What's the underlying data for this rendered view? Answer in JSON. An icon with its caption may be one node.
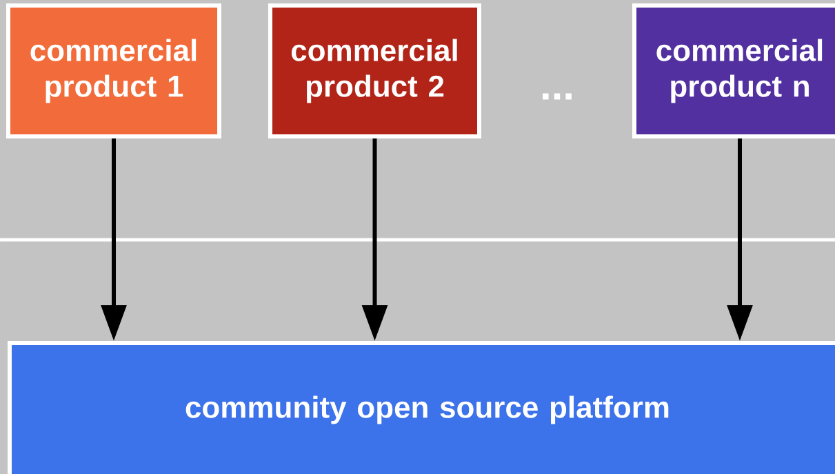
{
  "diagram": {
    "nodes": [
      {
        "text": [
          "commercial product 1"
        ]
      },
      {
        "text": [
          "commercial product 2"
        ]
      },
      {
        "text": [
          "commercial product n"
        ]
      },
      {
        "text": [
          "community open source platform"
        ]
      }
    ],
    "edges": [
      {
        "from": 0,
        "to": 3,
        "arrow": "to"
      },
      {
        "from": 1,
        "to": 3,
        "arrow": "to"
      },
      {
        "from": 2,
        "to": 3,
        "arrow": "to"
      }
    ],
    "labels": [
      "..."
    ]
  }
}
